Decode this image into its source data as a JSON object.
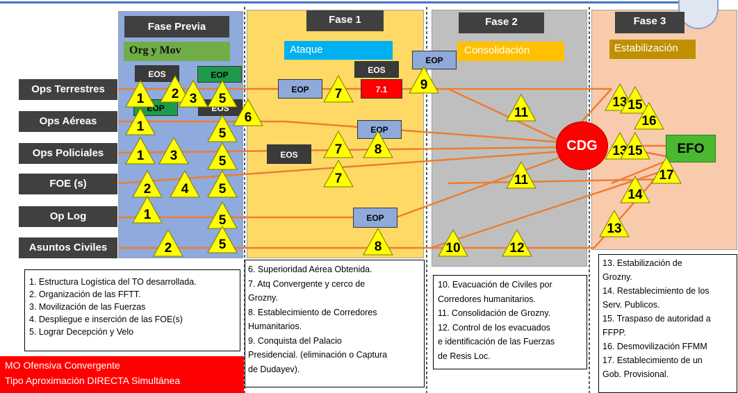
{
  "phases": {
    "previa": {
      "title": "Fase Previa",
      "subtitle": "Org y Mov"
    },
    "fase1": {
      "title": "Fase 1",
      "subtitle": "Ataque"
    },
    "fase2": {
      "title": "Fase 2",
      "subtitle": "Consolidación"
    },
    "fase3": {
      "title": "Fase 3",
      "subtitle": "Estabilización"
    }
  },
  "rows": [
    "Ops Terrestres",
    "Ops Aéreas",
    "Ops Policiales",
    "FOE (s)",
    "Op Log",
    "Asuntos Civiles"
  ],
  "tags": {
    "eos": "EOS",
    "eop": "EOP",
    "t71": "7.1"
  },
  "nodes": {
    "cdg": "CDG",
    "efo": "EFO"
  },
  "legend_previa": [
    "1. Estructura Logística del TO desarrollada.",
    "2. Organización de las FFTT.",
    "3. Movilización de las Fuerzas",
    "4. Despliegue e inserción de las FOE(s)",
    "5. Lograr Decepción y Velo"
  ],
  "legend_fase1": [
    "6. Superioridad Aérea Obtenida.",
    "7. Atq Convergente y cerco de",
    "Grozny.",
    "8. Establecimiento de Corredores",
    "Humanitarios.",
    "9. Conquista del Palacio",
    "Presidencial. (eliminación o Captura",
    "de Dudayev)."
  ],
  "legend_fase2": [
    "10. Evacuación de Civiles por",
    "Corredores humanitarios.",
    "11. Consolidación de Grozny.",
    "12. Control de los evacuados",
    "e identificación de las Fuerzas",
    "de Resis Loc."
  ],
  "legend_fase3": [
    "13. Estabilización de",
    "Grozny.",
    "14. Restablecimiento de los",
    "Serv. Publicos.",
    "15. Traspaso de autoridad a",
    "FFPP.",
    "16. Desmovilización FFMM",
    "17. Establecimiento de un",
    "Gob. Provisional."
  ],
  "mo_banner": [
    "MO Ofensiva Convergente",
    "Tipo Aproximación DIRECTA Simultánea"
  ],
  "triangles": [
    "1",
    "2",
    "3",
    "5",
    "1",
    "5",
    "6",
    "1",
    "3",
    "5",
    "2",
    "4",
    "5",
    "1",
    "5",
    "2",
    "5",
    "7",
    "7",
    "8",
    "7",
    "8",
    "9",
    "10",
    "11",
    "11",
    "12",
    "13",
    "15",
    "16",
    "13",
    "15",
    "17",
    "14",
    "13"
  ],
  "colors": {
    "phase_previa": "#8faadc",
    "phase_1": "#ffd966",
    "phase_2": "#bfbfbf",
    "phase_3": "#f8cbad",
    "line": "#ed7d31",
    "triangle": "#ffff00",
    "cdg": "#ff0000",
    "efo": "#4cb82f",
    "org_mov": "#70ad47",
    "ataque": "#00b0f0",
    "consolidacion": "#ffc000",
    "estabilizacion": "#bf9000"
  }
}
